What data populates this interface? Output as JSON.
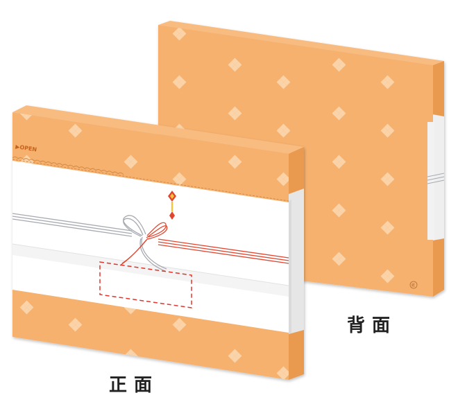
{
  "labels": {
    "front": "正面",
    "back": "背面"
  },
  "front_box": {
    "tear_strip_label": "OPEN",
    "tear_strip_arrow": "▶"
  },
  "back_box": {
    "recycle_mark": "紙"
  },
  "colors": {
    "box_orange": "#F7B16E",
    "box_side": "#E99A4F",
    "box_top": "#F8BC80",
    "noshi_white": "#FFFFFF",
    "mizuhiki_red": "#E2452E",
    "mizuhiki_silver": "#A6AAB0",
    "name_box_dash": "#E0342B",
    "diamond_pattern": "#FBE3C5"
  },
  "icons": {
    "noshi": "noshi-icon",
    "recycle": "paper-recycle-icon"
  }
}
